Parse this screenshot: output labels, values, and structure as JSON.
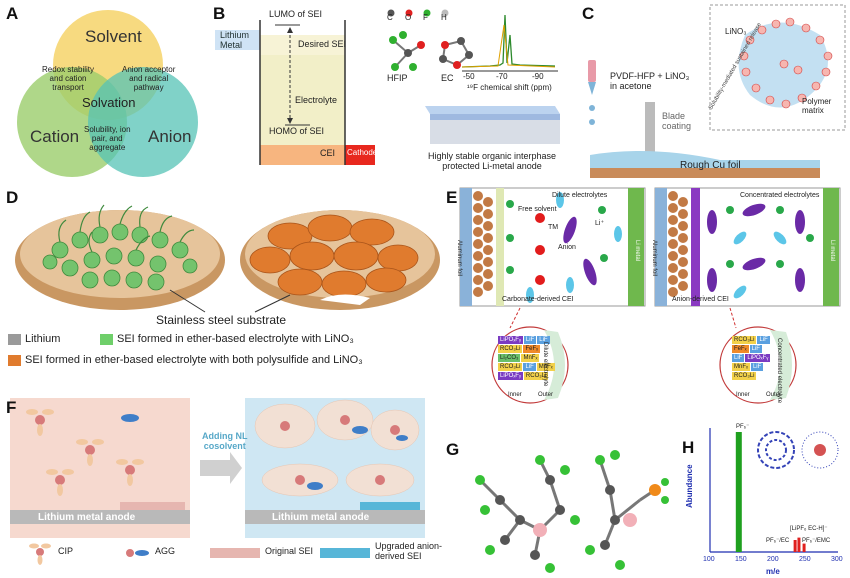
{
  "panels": {
    "A": {
      "label": "A",
      "solvent": "Solvent",
      "cation": "Cation",
      "anion": "Anion",
      "solvation": "Solvation",
      "redox_1": "Redox stability",
      "redox_2": "and cation",
      "redox_3": "transport",
      "acceptor_1": "Anion acceptor",
      "acceptor_2": "and radical",
      "acceptor_3": "pathway",
      "solub_1": "Solubility, ion",
      "solub_2": "pair, and",
      "solub_3": "aggregate"
    },
    "B": {
      "label": "B",
      "lithium_1": "Lithium",
      "lithium_2": "Metal",
      "lumo": "LUMO of SEI",
      "desired": "Desired SEI",
      "electrolyte": "Electrolyte",
      "homo": "HOMO of  SEI",
      "cei": "CEI",
      "cathode": "Cathode",
      "el_c": "C",
      "el_o": "O",
      "el_f": "F",
      "el_h": "H",
      "hfip": "HFIP",
      "ec": "EC",
      "axis_ticks": [
        "-50",
        "-70",
        "-90"
      ],
      "axis_label": "¹⁹F chemical shift (ppm)",
      "caption_1": "Highly stable organic interphase",
      "caption_2": "protected Li-metal anode"
    },
    "C": {
      "label": "C",
      "coating": "PVDF-HFP + LiNO₃",
      "acetone": "in acetone",
      "blade_1": "Blade",
      "blade_2": "coating",
      "foil": "Rough Cu foil",
      "lino3": "LiNO₃",
      "polymer_1": "Polymer",
      "polymer_2": "matrix",
      "release": "Solubility-mediated sustained release"
    },
    "D": {
      "label": "D",
      "substrate": "Stainless steel substrate",
      "legend_lithium": "Lithium",
      "legend_green": "SEI formed in ether-based electrolyte with LiNO₃",
      "legend_orange": "SEI formed in ether-based electrolyte with both polysulfide and LiNO₃"
    },
    "E": {
      "label": "E",
      "dilute": "Dilute electrolytes",
      "concentrated": "Concentrated electrolytes",
      "free_solvent": "Free solvent",
      "tm": "TM",
      "li_plus": "Li⁺",
      "anion": "Anion",
      "al_foil": "Aluminum foil",
      "cathode": "Cathode",
      "li_metal": "Li metal",
      "carbonate_cei": "Carbonate-derived CEI",
      "anion_cei": "Anion-derived CEI",
      "dilute_side": "Dilute electrolyte",
      "conc_side": "Concentrated electrolyte",
      "inner": "Inner",
      "outer": "Outer",
      "left_chips": [
        "LiPOₓFᵧ",
        "LiF",
        "LiF",
        "RCO₃Li",
        "FeFₓ",
        "Li₂CO₃",
        "MnFₓ",
        "RCO₃Li",
        "LiF",
        "MnFₓ",
        "LiPOₓFᵧ",
        "RCO₃Li"
      ],
      "right_chips": [
        "RCO₃Li",
        "LiF",
        "FeFₓ",
        "LiF",
        "LiF",
        "LiPOₓFᵧ",
        "MnFₓ",
        "LiF",
        "RCO₃Li"
      ]
    },
    "F": {
      "label": "F",
      "adding_1": "Adding NL",
      "adding_2": "cosolvent",
      "anode_left": "Lithium metal anode",
      "anode_right": "Lithium metal anode",
      "legend_cip": "CIP",
      "legend_agg": "AGG",
      "legend_original": "Original SEI",
      "legend_upgraded_1": "Upgraded anion-",
      "legend_upgraded_2": "derived SEI"
    },
    "G": {
      "label": "G"
    },
    "H": {
      "label": "H",
      "ylabel": "Abundance",
      "xlabel": "m/e",
      "xticks": [
        "100",
        "150",
        "200",
        "250",
        "300"
      ],
      "peak_main": "PF₆⁻",
      "peak_a": "PF₆⁻/EC",
      "peak_b": "[LiPF₆ EC-H]⁻",
      "peak_c": "PF₆⁻/EMC"
    }
  },
  "colors": {
    "solvent": "#f6d36a",
    "cation": "#9bcd6b",
    "anion": "#56c3b6",
    "cathode_red": "#e8281e",
    "cei_orange": "#f4a261",
    "sei_green": "#6fcf6a",
    "sei_orange": "#e07b2e",
    "lithium_grey": "#9a9a9a",
    "f_box_left": "#f6d9cf",
    "f_box_right": "#cfe7f3",
    "h_bar_green": "#1fa01f",
    "h_bar_red": "#e0201e",
    "h_axis_blue": "#1f2fb0"
  },
  "chart_data": {
    "type": "bar",
    "xlabel": "m/e",
    "ylabel": "Abundance",
    "xlim": [
      100,
      300
    ],
    "x": [
      145,
      233,
      239,
      247
    ],
    "values": [
      1.0,
      0.1,
      0.12,
      0.07
    ],
    "labels": [
      "PF₆⁻",
      "PF₆⁻/EC",
      "[LiPF₆ EC-H]⁻",
      "PF₆⁻/EMC"
    ]
  }
}
